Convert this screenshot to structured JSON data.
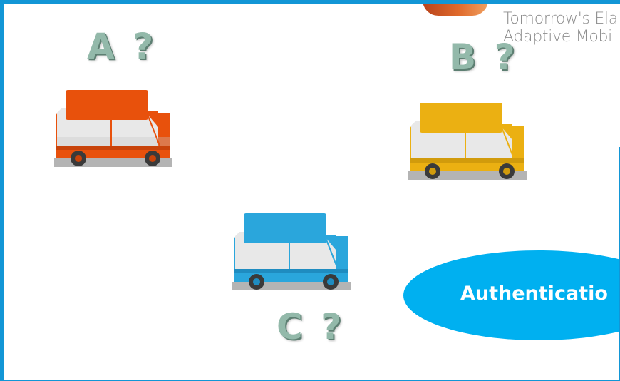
{
  "header": {
    "line1": "Tomorrow's Ela",
    "line2": "Adaptive Mobi"
  },
  "vehicles": [
    {
      "label": "A ?",
      "color": "#e8510c"
    },
    {
      "label": "B ?",
      "color": "#ebb012"
    },
    {
      "label": "C ?",
      "color": "#2aa6dc"
    }
  ],
  "oval": {
    "label": "Authenticatio",
    "color": "#00b0f0"
  },
  "colors": {
    "frame": "#1296d6",
    "question_mark": "#93b9aa"
  }
}
